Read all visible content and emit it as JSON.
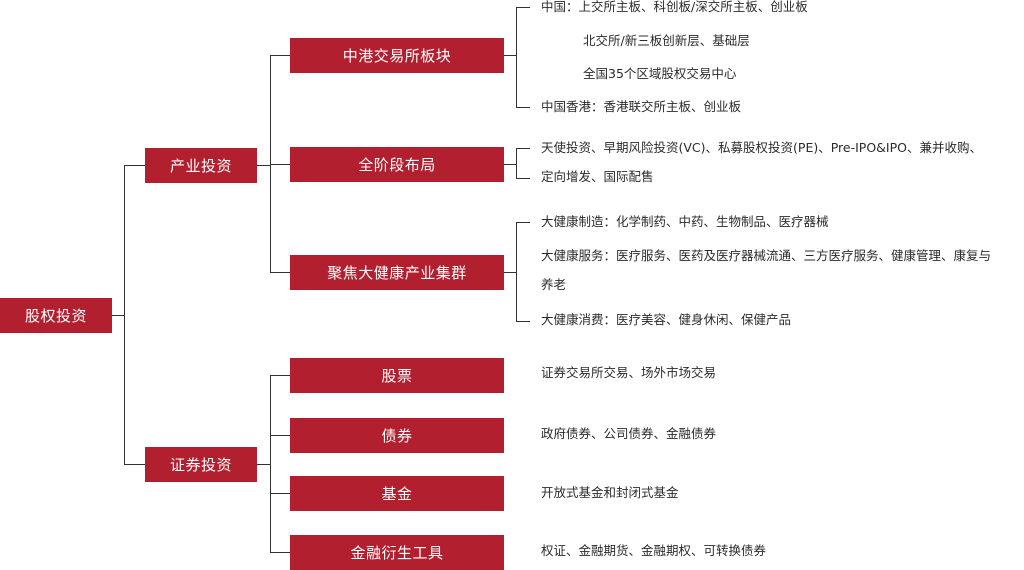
{
  "root": {
    "label": "股权投资"
  },
  "industry": {
    "label": "产业投资",
    "hk": {
      "label": "中港交易所板块",
      "items": [
        "中国：上交所主板、科创板/深交所主板、创业板",
        "北交所/新三板创新层、基础层",
        "全国35个区域股权交易中心",
        "中国香港：香港联交所主板、创业板"
      ]
    },
    "full": {
      "label": "全阶段布局",
      "items": [
        "天使投资、早期风险投资(VC)、私募股权投资(PE)、Pre-IPO&IPO、兼并收购、",
        "定向增发、国际配售"
      ]
    },
    "health": {
      "label": "聚焦大健康产业集群",
      "items": [
        "大健康制造：化学制药、中药、生物制品、医疗器械",
        "大健康服务：医疗服务、医药及医疗器械流通、三方医疗服务、健康管理、康复与",
        "养老",
        "大健康消费：医疗美容、健身休闲、保健产品"
      ]
    }
  },
  "securities": {
    "label": "证券投资",
    "children": [
      {
        "label": "股票",
        "desc": "证券交易所交易、场外市场交易"
      },
      {
        "label": "债券",
        "desc": "政府债券、公司债券、金融债券"
      },
      {
        "label": "基金",
        "desc": "开放式基金和封闭式基金"
      },
      {
        "label": "金融衍生工具",
        "desc": "权证、金融期货、金融期权、可转换债券"
      }
    ]
  }
}
